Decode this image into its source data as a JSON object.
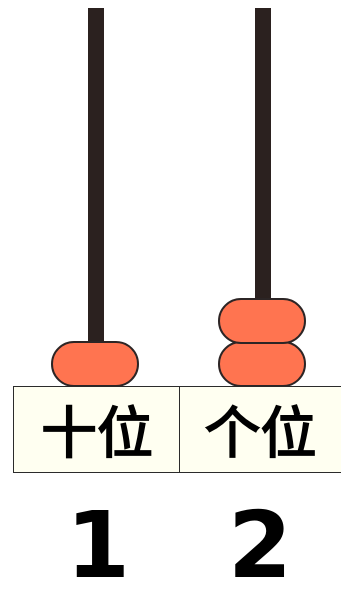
{
  "columns": [
    {
      "place_label": "十位",
      "digit": "1",
      "bead_count": 1
    },
    {
      "place_label": "个位",
      "digit": "2",
      "bead_count": 2
    }
  ],
  "colors": {
    "bead": "#ff7450",
    "rod": "#2b211f",
    "label_box": "#fffff1"
  }
}
